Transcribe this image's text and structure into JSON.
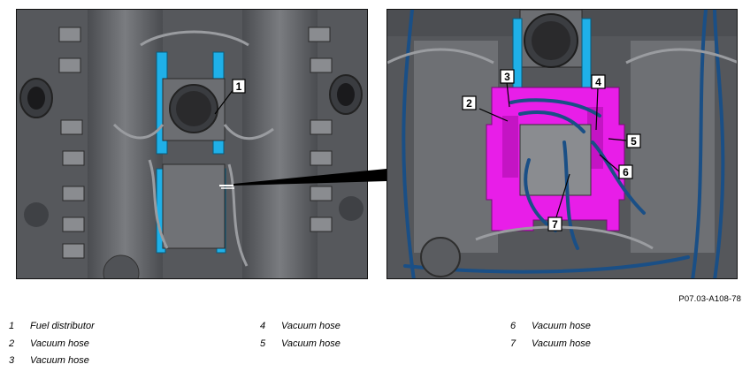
{
  "figure_id": "P07.03-A108-78",
  "callouts": {
    "left": [
      "1"
    ],
    "right": [
      "2",
      "3",
      "4",
      "5",
      "6",
      "7"
    ]
  },
  "legend": [
    {
      "num": "1",
      "text": "Fuel distributor"
    },
    {
      "num": "2",
      "text": "Vacuum hose"
    },
    {
      "num": "3",
      "text": "Vacuum hose"
    },
    {
      "num": "4",
      "text": "Vacuum hose"
    },
    {
      "num": "5",
      "text": "Vacuum hose"
    },
    {
      "num": "6",
      "text": "Vacuum hose"
    },
    {
      "num": "7",
      "text": "Vacuum hose"
    }
  ],
  "colors": {
    "highlight_cyan": "#1fb0e8",
    "highlight_magenta": "#e81ee8",
    "hose_blue": "#1a4f86",
    "engine_gray": "#5a5c60"
  }
}
